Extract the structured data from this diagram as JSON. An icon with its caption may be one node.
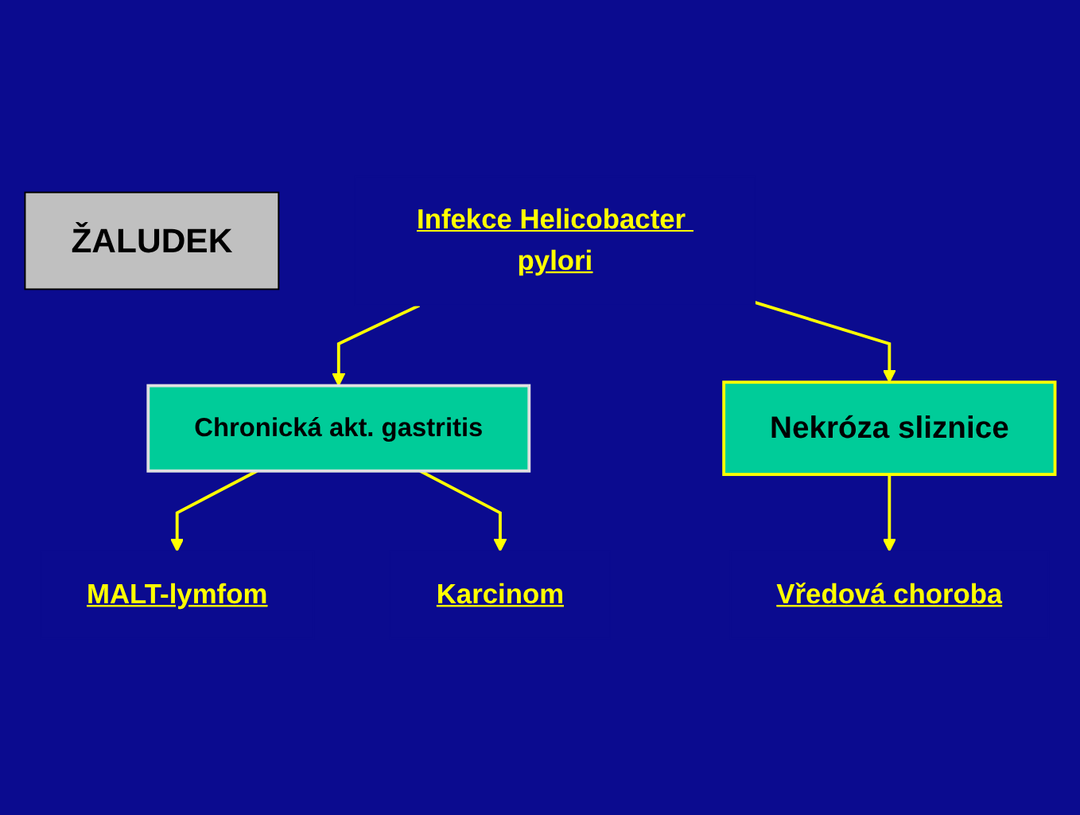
{
  "diagram": {
    "nodes": [
      {
        "text": [
          "ŽALUDEK"
        ]
      },
      {
        "text": [
          "Infekce Helicobacter pylori"
        ]
      },
      {
        "text": [
          "Chronická akt. gastritis"
        ]
      },
      {
        "text": [
          "Nekróza sliznice"
        ]
      },
      {
        "text": [
          "MALT-lymfom"
        ]
      },
      {
        "text": [
          "Karcinom"
        ]
      },
      {
        "text": [
          "Vředová choroba"
        ]
      }
    ],
    "edges": [
      {
        "from": 1,
        "to": 2,
        "arrow": "to"
      },
      {
        "from": 1,
        "to": 3,
        "arrow": "to"
      },
      {
        "from": 2,
        "to": 4,
        "arrow": "to"
      },
      {
        "from": 2,
        "to": 5,
        "arrow": "to"
      },
      {
        "from": 3,
        "to": 6,
        "arrow": "to"
      }
    ]
  }
}
